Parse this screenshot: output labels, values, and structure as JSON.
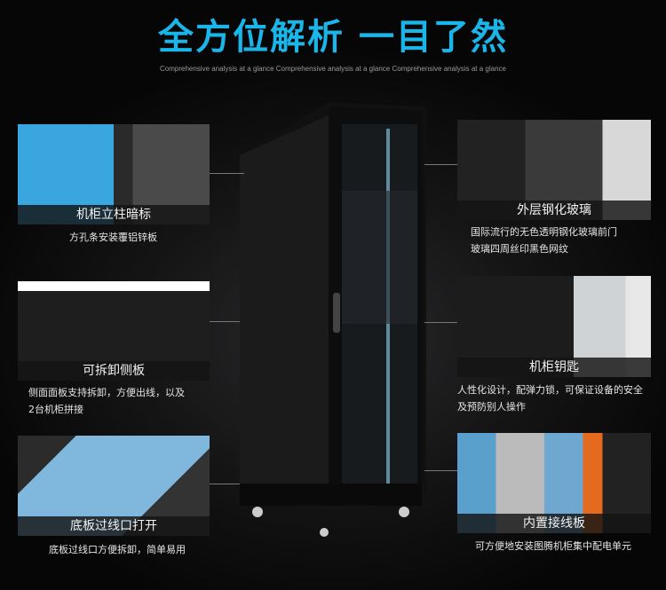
{
  "header": {
    "title": "全方位解析 一目了然",
    "subtitle": "Comprehensive analysis at a glance Comprehensive analysis at a glance Comprehensive analysis at a glance"
  },
  "features": {
    "left": [
      {
        "caption": "机柜立柱暗标",
        "desc": [
          "方孔条安装覆铝锌板"
        ]
      },
      {
        "caption": "可拆卸侧板",
        "desc": [
          "侧面面板支持拆卸，方便出线，以及",
          "2台机柜拼接"
        ]
      },
      {
        "caption": "底板过线口打开",
        "desc": [
          "底板过线口方便拆卸，简单易用"
        ]
      }
    ],
    "right": [
      {
        "caption": "外层钢化玻璃",
        "desc": [
          "国际流行的无色透明钢化玻璃前门",
          "玻璃四周丝印黑色网纹"
        ]
      },
      {
        "caption": "机柜钥匙",
        "desc": [
          "人性化设计，配弹力锁，可保证设备的安全",
          "及预防别人操作"
        ]
      },
      {
        "caption": "内置接线板",
        "desc": [
          "可方便地安装图腾机柜集中配电单元"
        ]
      }
    ]
  },
  "colors": {
    "accent": "#1ab6ea"
  }
}
